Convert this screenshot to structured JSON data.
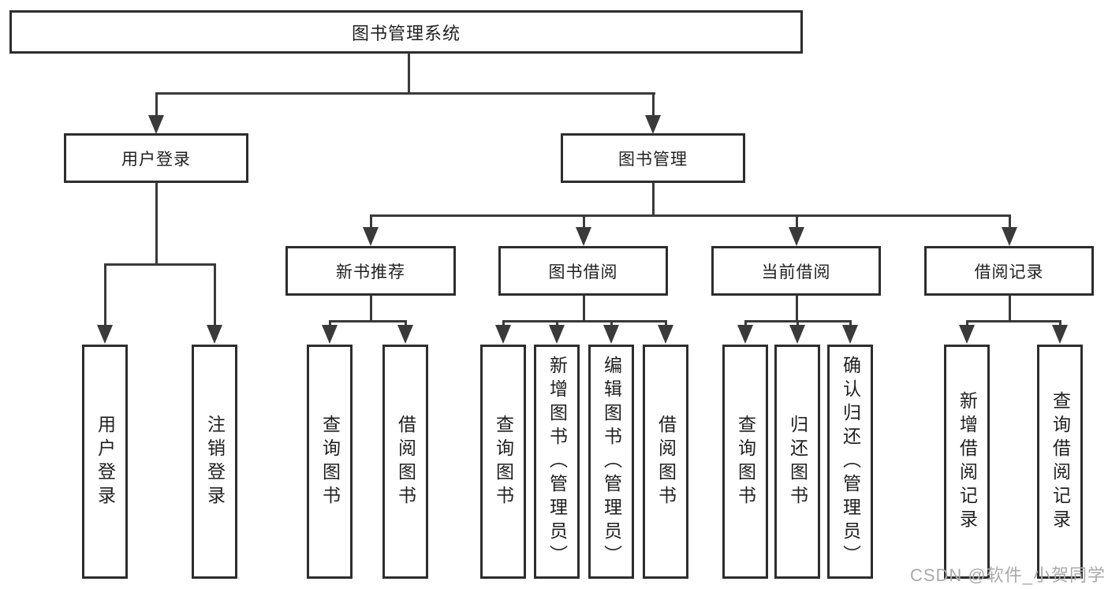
{
  "diagram": {
    "root": "图书管理系统",
    "level2": [
      "用户登录",
      "图书管理"
    ],
    "level3": [
      "新书推荐",
      "图书借阅",
      "当前借阅",
      "借阅记录"
    ],
    "leaves_login": [
      "用户登录",
      "注销登录"
    ],
    "leaves_newbook": [
      "查询图书",
      "借阅图书"
    ],
    "leaves_borrow": [
      "查询图书",
      "新增图书（管理员）",
      "编辑图书（管理员）",
      "借阅图书"
    ],
    "leaves_current": [
      "查询图书",
      "归还图书",
      "确认归还（管理员）"
    ],
    "leaves_records": [
      "新增借阅记录",
      "查询借阅记录"
    ]
  },
  "watermark": {
    "text": "CSDN @软件_小贺同学"
  },
  "colors": {
    "line": "#3a3a3a",
    "border": "#2d2d2d",
    "text": "#1f1f1f",
    "background": "#ffffff",
    "watermark": "#a9a9a9"
  }
}
